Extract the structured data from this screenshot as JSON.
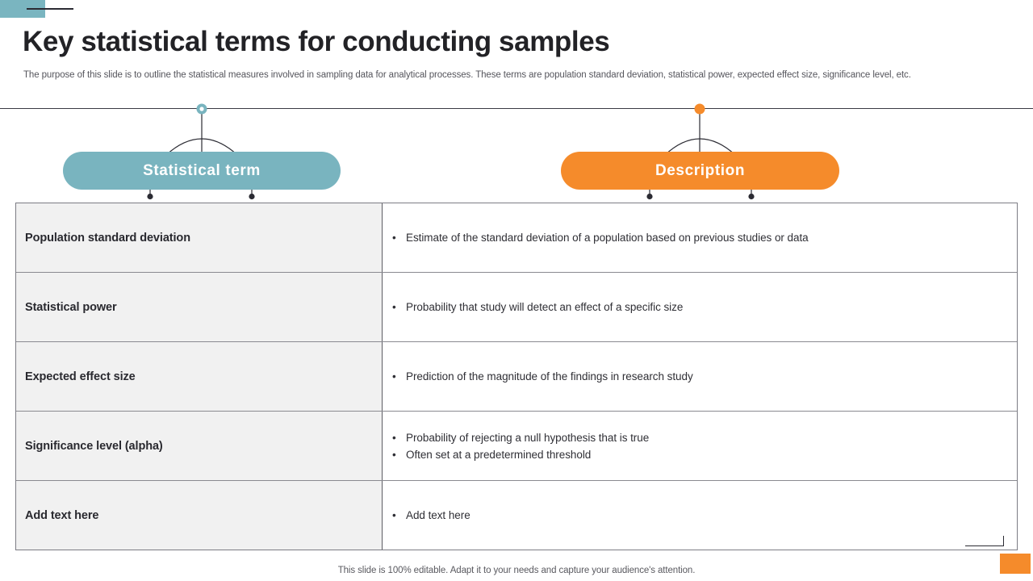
{
  "slide": {
    "title": "Key statistical terms for conducting samples",
    "subtitle": "The purpose of this slide is to outline the statistical measures involved in sampling data for analytical processes. These terms are population standard deviation, statistical power, expected effect size, significance level, etc.",
    "footer_note": "This slide is 100% editable. Adapt it to your needs and capture your audience's attention."
  },
  "colors": {
    "teal": "#79b4bf",
    "orange": "#f58b2b",
    "dark": "#2b2b33",
    "cell_fill": "#f1f1f1",
    "border": "#8a8a90"
  },
  "headers": {
    "term_label": "Statistical term",
    "description_label": "Description"
  },
  "table": {
    "columns": [
      "Statistical term",
      "Description"
    ],
    "rows": [
      {
        "term": "Population standard deviation",
        "description": [
          "Estimate of the standard deviation of a population based on previous studies or data"
        ]
      },
      {
        "term": "Statistical power",
        "description": [
          "Probability that study will detect an effect of a specific size"
        ]
      },
      {
        "term": "Expected effect size",
        "description": [
          "Prediction of the magnitude of the findings in research study"
        ]
      },
      {
        "term": "Significance level (alpha)",
        "description": [
          "Probability of rejecting a null hypothesis that is true",
          "Often set at a predetermined threshold"
        ]
      },
      {
        "term": "Add text here",
        "description": [
          "Add text here"
        ]
      }
    ]
  },
  "bullet_char": "•"
}
